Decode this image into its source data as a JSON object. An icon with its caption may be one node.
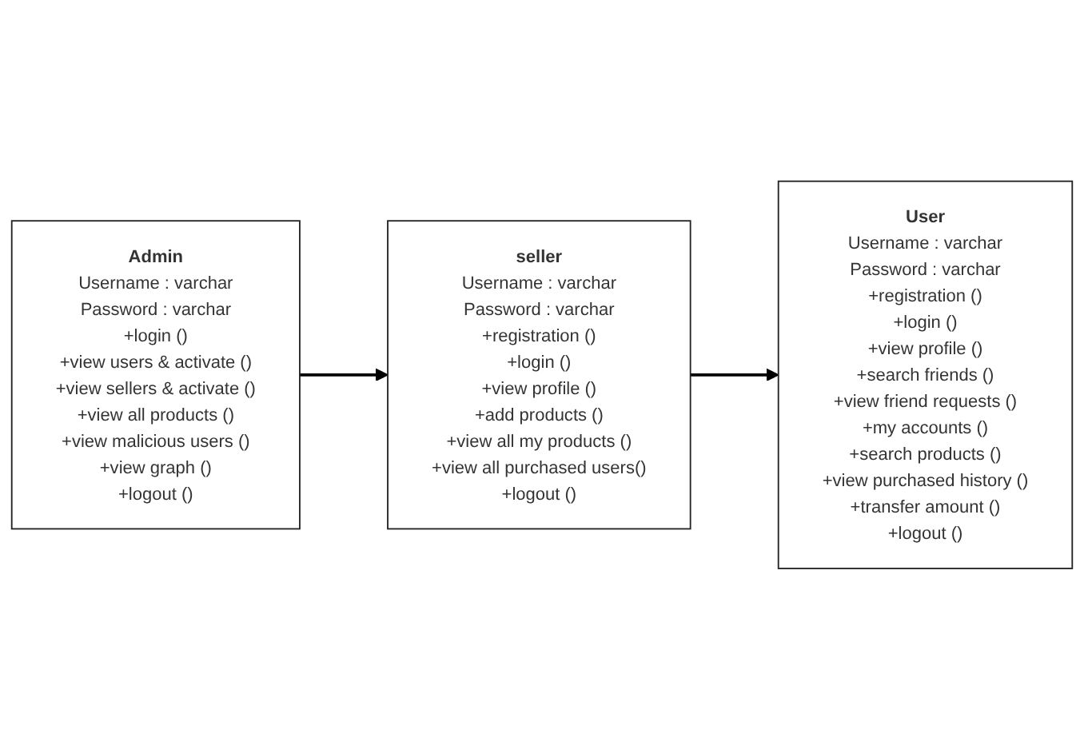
{
  "diagram": {
    "nodes": [
      {
        "text": [
          "Admin",
          "Username : varchar",
          "Password :  varchar",
          "+login ()",
          "+view users & activate ()",
          "+view sellers & activate ()",
          "+view all products ()",
          "+view malicious users ()",
          "+view graph ()",
          "+logout ()"
        ]
      },
      {
        "text": [
          "seller",
          "Username : varchar",
          "Password :  varchar",
          "+registration ()",
          "+login ()",
          "+view profile ()",
          "+add products ()",
          "+view all my products ()",
          "+view all purchased users()",
          "+logout ()"
        ]
      },
      {
        "text": [
          "User",
          "Username : varchar",
          "Password :  varchar",
          "+registration ()",
          "+login ()",
          "+view profile ()",
          "+search friends ()",
          "+view friend requests ()",
          "+my accounts ()",
          "+search products ()",
          "+view purchased history ()",
          "+transfer amount ()",
          "+logout ()"
        ]
      }
    ],
    "edges": [
      {
        "from": 0,
        "to": 1,
        "arrow": "to"
      },
      {
        "from": 1,
        "to": 2,
        "arrow": "to"
      }
    ]
  }
}
